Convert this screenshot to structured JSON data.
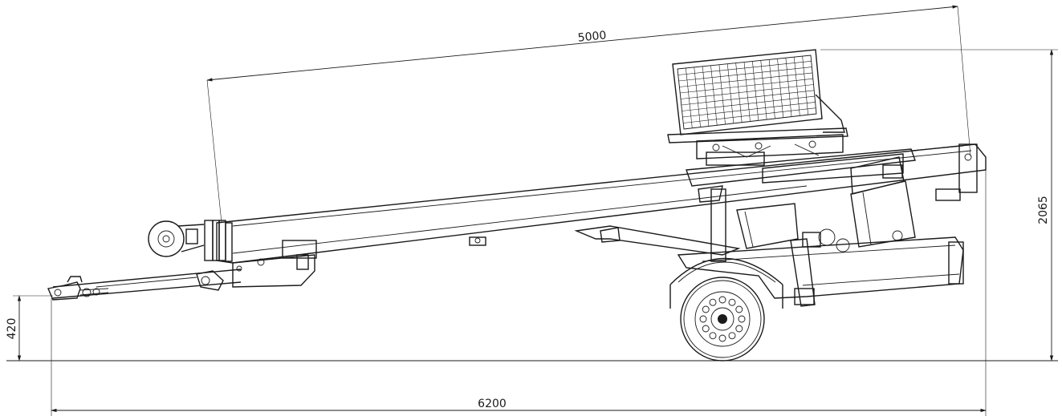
{
  "drawing": {
    "dimensions": {
      "boom_length": "5000",
      "overall_length": "6200",
      "overall_height": "2065",
      "hitch_height": "420"
    }
  }
}
